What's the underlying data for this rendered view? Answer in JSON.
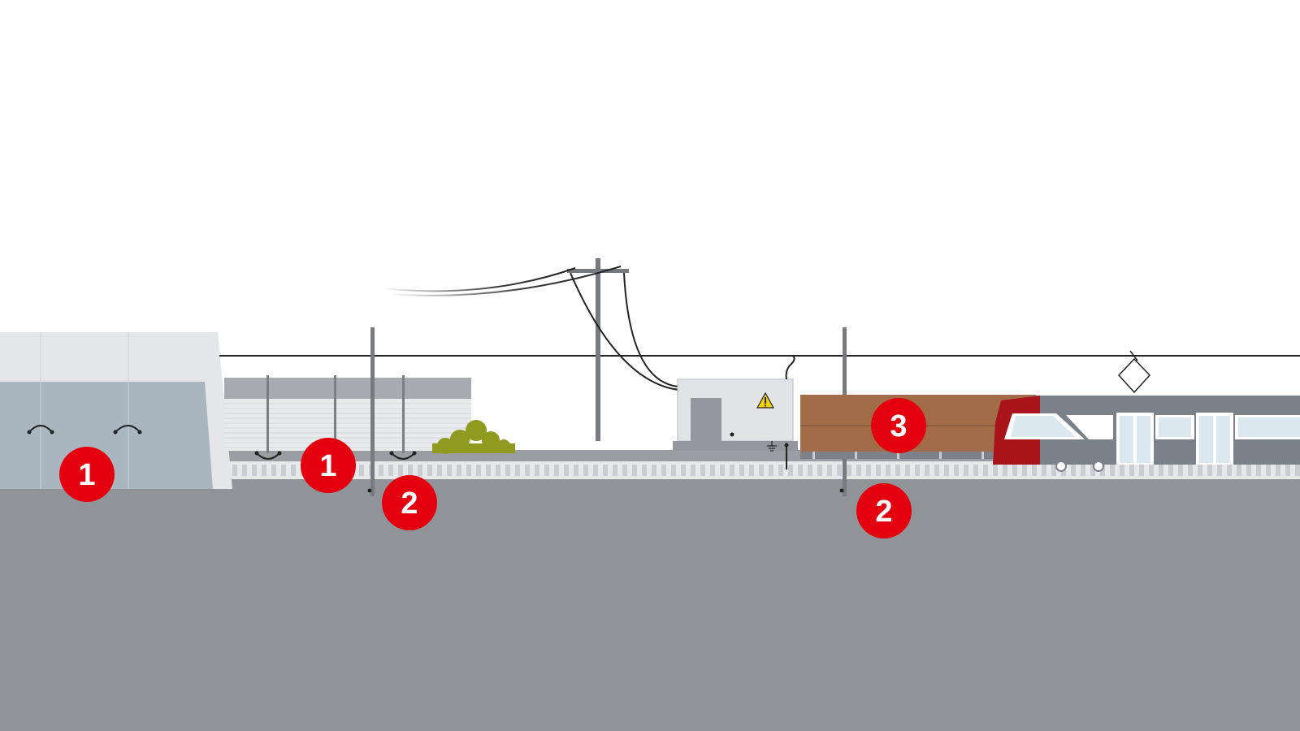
{
  "markers": [
    {
      "id": "m1a",
      "label": "1"
    },
    {
      "id": "m1b",
      "label": "1"
    },
    {
      "id": "m2a",
      "label": "2"
    },
    {
      "id": "m2b",
      "label": "2"
    },
    {
      "id": "m3",
      "label": "3"
    }
  ],
  "colors": {
    "ground": "#909397",
    "marker": "#e3000f",
    "train_red": "#a8141a",
    "train_body": "#7b8189",
    "freight": "#a26c48",
    "bush": "#8f9a1f",
    "tunnel": "#a9b6c0",
    "warning": "#f2d100"
  },
  "icons": [
    "warning-triangle-icon",
    "ground-symbol-icon",
    "pantograph-icon"
  ]
}
